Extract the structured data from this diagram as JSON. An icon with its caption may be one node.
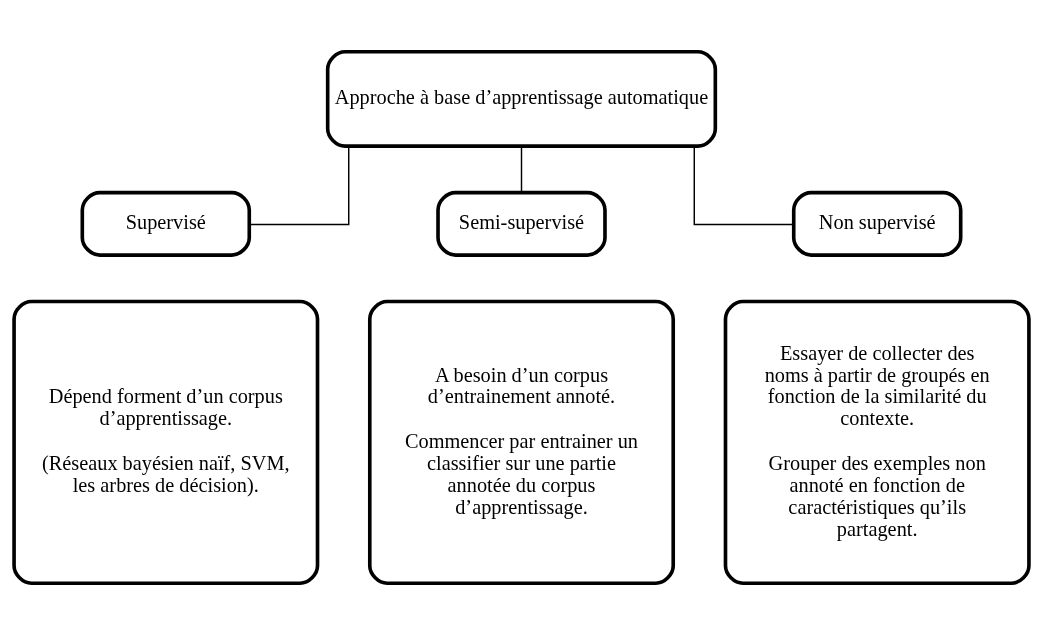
{
  "diagram": {
    "nodes": [
      {
        "text": [
          "Approche à base d’apprentissage automatique"
        ]
      },
      {
        "text": [
          "Supervisé"
        ]
      },
      {
        "text": [
          "Semi-supervisé"
        ]
      },
      {
        "text": [
          "Non supervisé"
        ]
      },
      {
        "text": [
          "Dépend forment d’un corpus d’apprentissage.",
          "(Réseaux bayésien naïf, SVM, les arbres de décision)."
        ]
      },
      {
        "text": [
          "A besoin d’un corpus d’entrainement annoté.",
          "Commencer par entrainer un classifier sur une partie annotée du corpus d’apprentissage."
        ]
      },
      {
        "text": [
          "Essayer de collecter des noms à partir de groupés en fonction de la similarité du contexte.",
          "Grouper des exemples non annoté en fonction de caractéristiques qu’ils partagent."
        ]
      }
    ],
    "edges": [
      {
        "from": 0,
        "to": 1,
        "arrow": "none"
      },
      {
        "from": 0,
        "to": 2,
        "arrow": "none"
      },
      {
        "from": 0,
        "to": 3,
        "arrow": "none"
      }
    ]
  }
}
